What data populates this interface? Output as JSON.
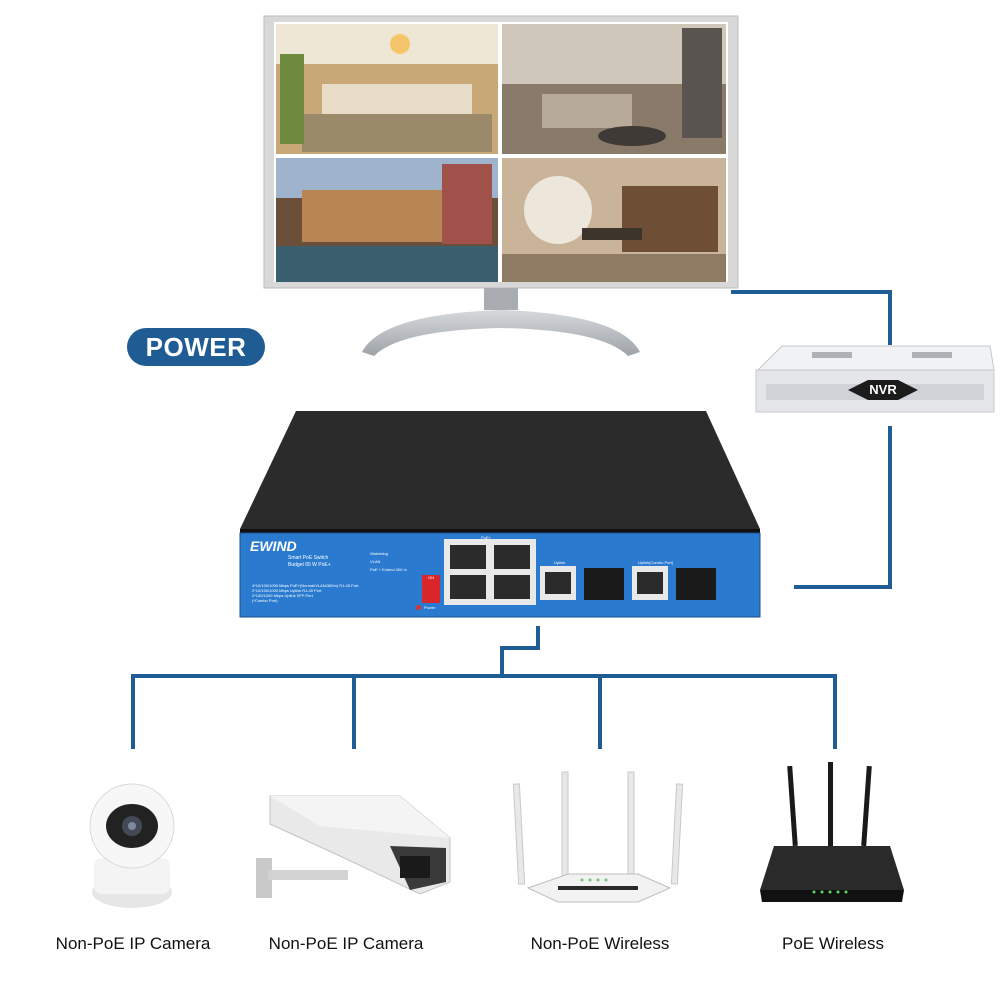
{
  "power_label": "POWER",
  "nvr_label": "NVR",
  "switch": {
    "brand": "EWIND",
    "model_line1": "Smart PoE Switch",
    "model_line2": "Budget 65 W PoE+",
    "panel_heading": "PoE+",
    "uplink_heading": "Uplink",
    "combo_heading": "Uplink(Combo Port)",
    "dip_heading": "ON",
    "mode_labels": [
      "Watchdog",
      "VLAN",
      "PoE + Extend 300 m"
    ],
    "power_led_label": "Power",
    "spec_lines": [
      "4*10/100/1000 Mbps PoE+(Normal/VLAN/300m) RJ-45 Port",
      "2*10/100/1000 Mbps Uplink RJ-45 Port",
      "2*100/1000 Mbps Uplink SFP Port",
      "(*Combo Port)"
    ]
  },
  "devices": [
    {
      "label": "Non-PoE IP Camera",
      "icon": "dome-camera-icon"
    },
    {
      "label": "Non-PoE IP Camera",
      "icon": "bullet-camera-icon"
    },
    {
      "label": "Non-PoE Wireless",
      "icon": "wireless-router-icon"
    },
    {
      "label": "PoE Wireless",
      "icon": "poe-router-icon"
    }
  ],
  "colors": {
    "line": "#1f5c93",
    "switch_panel": "#2a7bd0",
    "switch_body": "#1f1f1f"
  }
}
